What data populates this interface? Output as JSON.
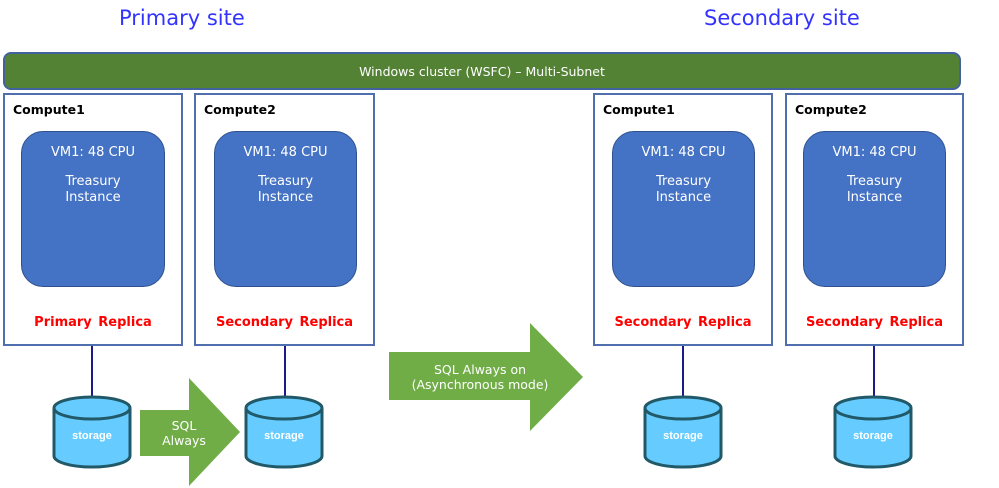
{
  "sites": {
    "primary": "Primary site",
    "secondary": "Secondary site"
  },
  "cluster": {
    "label": "Windows cluster (WSFC) – Multi-Subnet",
    "color": "#548235"
  },
  "computes": [
    {
      "title": "Compute1",
      "vm": "VM1: 48 CPU",
      "instance_line1": "Treasury",
      "instance_line2": "Instance",
      "replica": "Primary Replica"
    },
    {
      "title": "Compute2",
      "vm": "VM1: 48 CPU",
      "instance_line1": "Treasury",
      "instance_line2": "Instance",
      "replica": "Secondary Replica"
    },
    {
      "title": "Compute1",
      "vm": "VM1:  48 CPU",
      "instance_line1": "Treasury",
      "instance_line2": "Instance",
      "replica": "Secondary Replica"
    },
    {
      "title": "Compute2",
      "vm": "VM1: 48 CPU",
      "instance_line1": "Treasury",
      "instance_line2": "Instance",
      "replica": "Secondary Replica"
    }
  ],
  "storage": [
    {
      "label": "storage"
    },
    {
      "label": "storage"
    },
    {
      "label": "storage"
    },
    {
      "label": "storage"
    }
  ],
  "arrows": {
    "sync": {
      "line1": "SQL",
      "line2": "Always"
    },
    "async": {
      "line1": "SQL Always on",
      "line2": "(Asynchronous mode)"
    }
  },
  "colors": {
    "site_title": "#3333ff",
    "vm_fill": "#4472c4",
    "replica_text": "#ff0000",
    "arrow_fill": "#70ad47",
    "storage_fill": "#66ccff",
    "storage_stroke": "#215968"
  }
}
